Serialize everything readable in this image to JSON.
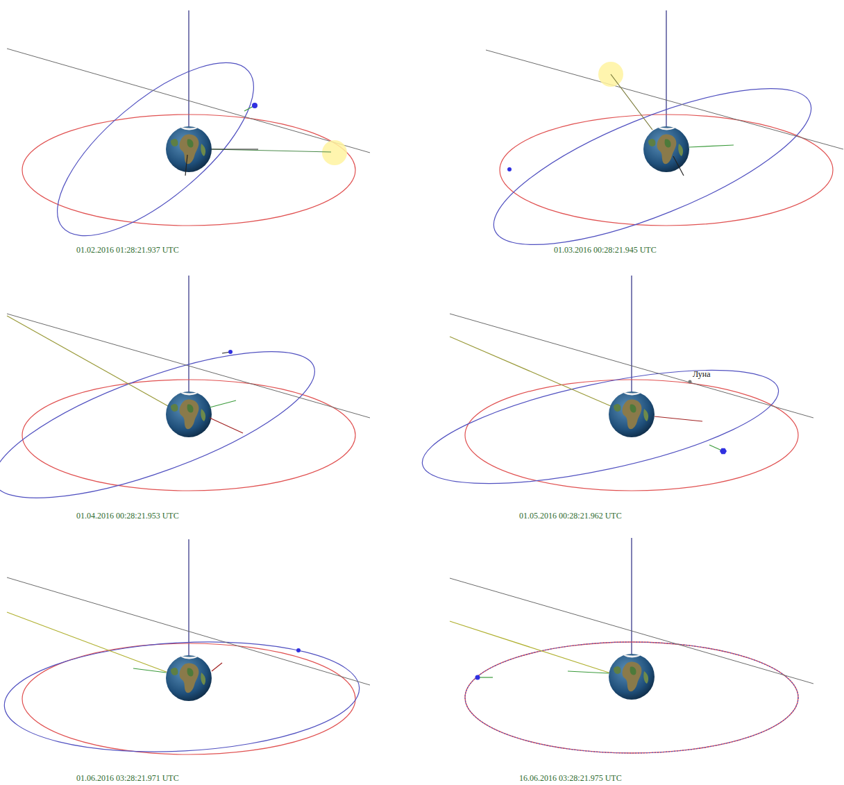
{
  "diagram": {
    "labels": [
      "01.02.2016 01:28:21.937 UTC",
      "01.03.2016 00:28:21.945 UTC",
      "Луна",
      "01.04.2016 00:28:21.953 UTC",
      "01.05.2016 00:28:21.962 UTC",
      "01.06.2016 03:28:21.971 UTC",
      "16.06.2016 03:28:21.975 UTC"
    ]
  }
}
